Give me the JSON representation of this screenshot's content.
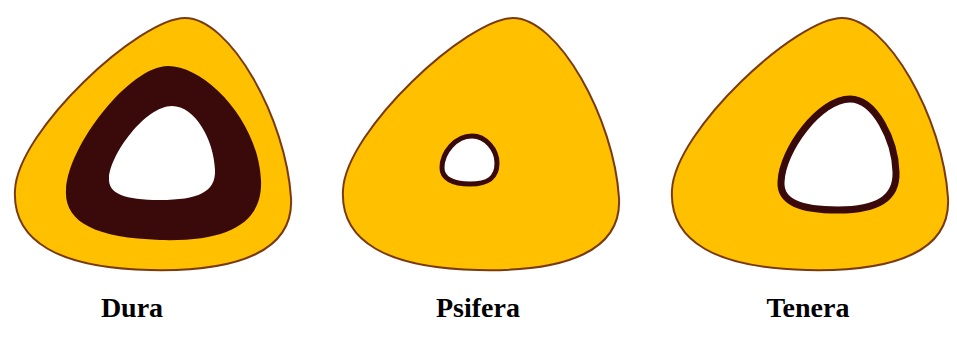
{
  "diagram": {
    "labels": [
      "Dura",
      "Psifera",
      "Tenera"
    ]
  }
}
